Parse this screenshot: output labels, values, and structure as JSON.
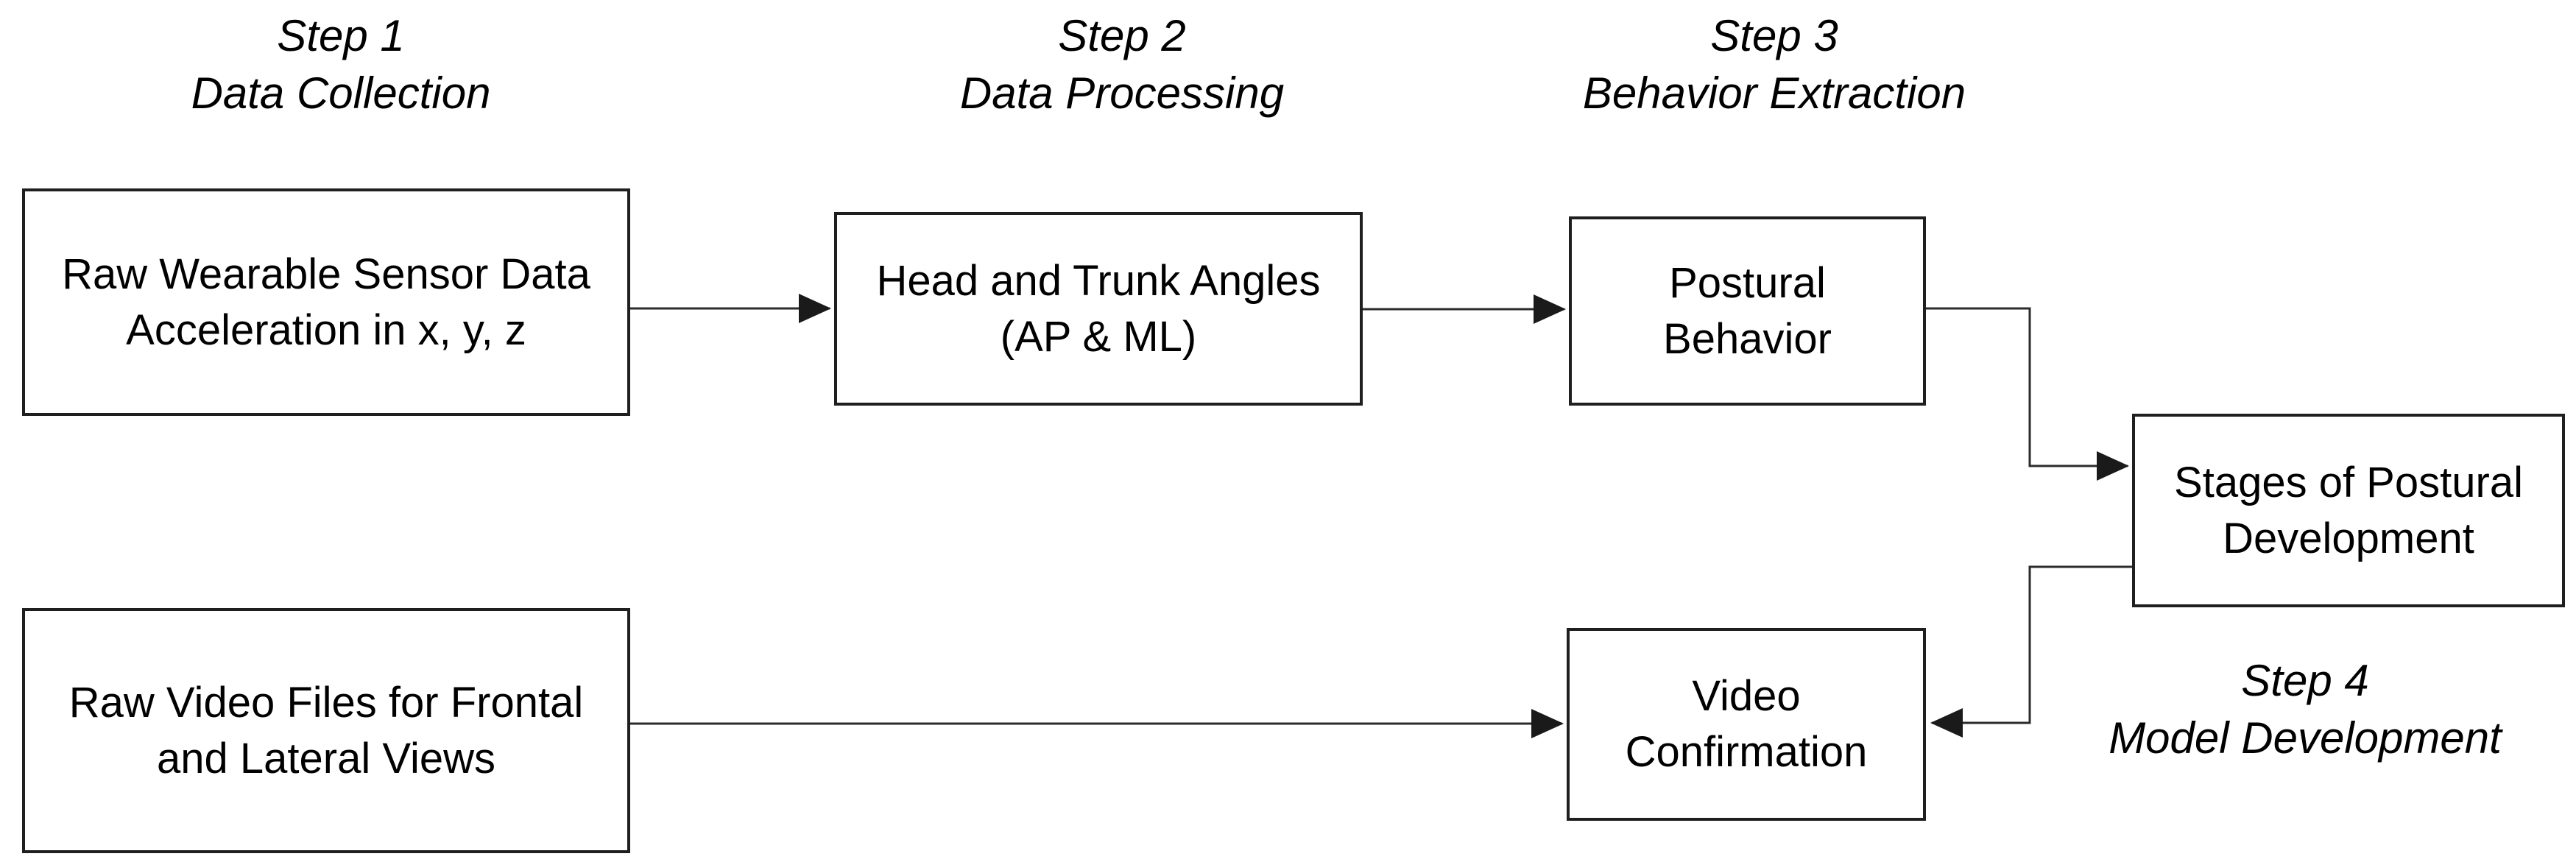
{
  "diagram": {
    "type": "flowchart",
    "background": "#ffffff"
  },
  "steps": [
    {
      "step": "Step 1",
      "label": "Data Collection"
    },
    {
      "step": "Step 2",
      "label": "Data Processing"
    },
    {
      "step": "Step 3",
      "label": "Behavior Extraction"
    },
    {
      "step": "Step 4",
      "label": "Model Development"
    }
  ],
  "boxes": [
    {
      "id": "sensor",
      "line1": "Raw Wearable Sensor Data",
      "line2": "Acceleration in x, y, z"
    },
    {
      "id": "angles",
      "line1": "Head and Trunk Angles",
      "line2": "(AP & ML)"
    },
    {
      "id": "postural",
      "line1": "Postural",
      "line2": "Behavior"
    },
    {
      "id": "stages",
      "line1": "Stages of Postural",
      "line2": "Development"
    },
    {
      "id": "video",
      "line1": "Raw Video Files for Frontal",
      "line2": "and Lateral Views"
    },
    {
      "id": "confirm",
      "line1": "Video",
      "line2": "Confirmation"
    }
  ],
  "connections": [
    {
      "from": "Raw Wearable Sensor Data Acceleration in x, y, z",
      "to": "Head and Trunk Angles (AP & ML)"
    },
    {
      "from": "Head and Trunk Angles (AP & ML)",
      "to": "Postural Behavior"
    },
    {
      "from": "Postural Behavior",
      "to": "Stages of Postural Development"
    },
    {
      "from": "Raw Video Files for Frontal and Lateral Views",
      "to": "Video Confirmation"
    },
    {
      "from": "Stages of Postural Development",
      "to": "Video Confirmation"
    }
  ],
  "colors": {
    "box_border": "#1f1f1f",
    "box_fill": "#ffffff",
    "line": "#2b2b2b",
    "text": "#000000"
  }
}
